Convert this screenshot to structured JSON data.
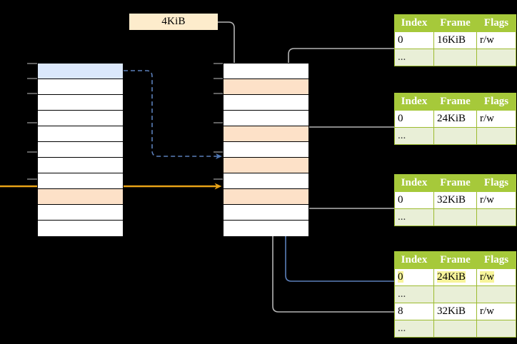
{
  "diagram": {
    "title": "paging address translation diagram",
    "size_label": {
      "text": "4KiB"
    },
    "colors": {
      "header_green": "#a6c93a",
      "dots_row_green": "#e9efd7",
      "highlight_yellow": "#f7f49a",
      "peach_row": "#fde1c8",
      "blue_row": "#dbe8fb",
      "orange_arrow": "#e8a317",
      "blue_arrow": "#5b7fb9",
      "grey_arrow": "#b0b0b0",
      "table_border": "#9cbb2f"
    },
    "virtual_column": {
      "name": "virtual-memory-column",
      "row_count": 11,
      "rows": [
        {
          "fill": "blue"
        },
        {
          "fill": "white"
        },
        {
          "fill": "white"
        },
        {
          "fill": "white"
        },
        {
          "fill": "white"
        },
        {
          "fill": "white"
        },
        {
          "fill": "white"
        },
        {
          "fill": "white"
        },
        {
          "fill": "peach"
        },
        {
          "fill": "white"
        },
        {
          "fill": "white"
        }
      ]
    },
    "physical_column": {
      "name": "physical-memory-column",
      "row_count": 11,
      "rows": [
        {
          "fill": "white"
        },
        {
          "fill": "peach"
        },
        {
          "fill": "white"
        },
        {
          "fill": "white"
        },
        {
          "fill": "peach"
        },
        {
          "fill": "white"
        },
        {
          "fill": "peach"
        },
        {
          "fill": "white"
        },
        {
          "fill": "peach"
        },
        {
          "fill": "white"
        },
        {
          "fill": "white"
        }
      ]
    },
    "page_tables": [
      {
        "name": "page-table-1",
        "headers": [
          "Index",
          "Frame",
          "Flags"
        ],
        "rows": [
          {
            "kind": "entry",
            "index": "0",
            "frame": "16KiB",
            "flags": "r/w",
            "highlight": false
          },
          {
            "kind": "dots",
            "index": "...",
            "frame": "",
            "flags": "",
            "highlight": false
          }
        ]
      },
      {
        "name": "page-table-2",
        "headers": [
          "Index",
          "Frame",
          "Flags"
        ],
        "rows": [
          {
            "kind": "entry",
            "index": "0",
            "frame": "24KiB",
            "flags": "r/w",
            "highlight": false
          },
          {
            "kind": "dots",
            "index": "...",
            "frame": "",
            "flags": "",
            "highlight": false
          }
        ]
      },
      {
        "name": "page-table-3",
        "headers": [
          "Index",
          "Frame",
          "Flags"
        ],
        "rows": [
          {
            "kind": "entry",
            "index": "0",
            "frame": "32KiB",
            "flags": "r/w",
            "highlight": false
          },
          {
            "kind": "dots",
            "index": "...",
            "frame": "",
            "flags": "",
            "highlight": false
          }
        ]
      },
      {
        "name": "page-table-4",
        "headers": [
          "Index",
          "Frame",
          "Flags"
        ],
        "rows": [
          {
            "kind": "entry",
            "index": "0",
            "frame": "24KiB",
            "flags": "r/w",
            "highlight": true
          },
          {
            "kind": "dots",
            "index": "...",
            "frame": "",
            "flags": "",
            "highlight": false
          },
          {
            "kind": "entry",
            "index": "8",
            "frame": "32KiB",
            "flags": "r/w",
            "highlight": false
          },
          {
            "kind": "dots",
            "index": "...",
            "frame": "",
            "flags": "",
            "highlight": false
          }
        ]
      }
    ]
  }
}
